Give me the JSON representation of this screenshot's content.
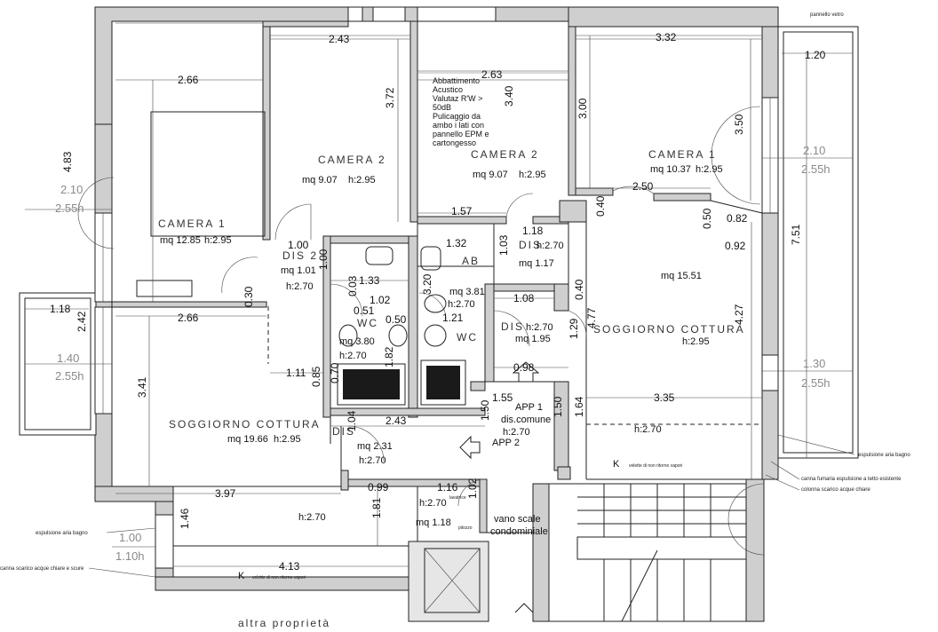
{
  "rooms": [
    {
      "label": "CAMERA 1",
      "area": "mq 12.85",
      "height": "h:2.95"
    },
    {
      "label": "CAMERA 2",
      "area": "mq 9.07",
      "height": "h:2.95"
    },
    {
      "label": "CAMERA 2",
      "area": "mq 9.07",
      "height": "h:2.95"
    },
    {
      "label": "CAMERA 1",
      "area": "mq 10.37",
      "height": "h:2.95"
    },
    {
      "label": "DIS 2",
      "area": "mq 1.01",
      "height": "h:2.70"
    },
    {
      "label": "DIS",
      "area": "",
      "height": "h:2.70"
    },
    {
      "label": "AB",
      "area": "mq 1.17",
      "height": ""
    },
    {
      "label": "WC",
      "area": "mq 3.80",
      "height": "h:2.70"
    },
    {
      "label": "WC",
      "area": "mq 3.81",
      "height": "h:2.70"
    },
    {
      "label": "DIS",
      "area": "mq 1.95",
      "height": "h:2.70"
    },
    {
      "label": "SOGGIORNO COTTURA",
      "area": "mq 15.51",
      "height": "h:2.95"
    },
    {
      "label": "SOGGIORNO COTTURA",
      "area": "mq 19.66",
      "height": "h:2.95"
    },
    {
      "label": "DIS",
      "area": "mq 2.31",
      "height": "h:2.70"
    }
  ],
  "dims": {
    "d243top": "2.43",
    "d332": "3.32",
    "d120": "1.20",
    "d266a": "2.66",
    "d372": "3.72",
    "d263": "2.63",
    "d340": "3.40",
    "d300": "3.00",
    "d350": "3.50",
    "d483": "4.83",
    "d250": "2.50",
    "d157": "1.57",
    "d040a": "0.40",
    "d050a": "0.50",
    "d082": "0.82",
    "d092": "0.92",
    "d100a": "1.00",
    "d100b": "1.00",
    "d132": "1.32",
    "d118a": "1.18",
    "d103": "1.03",
    "d133": "1.33",
    "d003": "0.03",
    "d320": "3.20",
    "d102a": "1.02",
    "d051": "0.51",
    "d050b": "0.50",
    "d121": "1.21",
    "d108": "1.08",
    "d040b": "0.40",
    "d030": "0.30",
    "d118b": "1.18",
    "d242": "2.42",
    "d266b": "2.66",
    "d129": "1.29",
    "d477": "4.77",
    "d427": "4.27",
    "d751": "7.51",
    "d111": "1.11",
    "d098": "0.98",
    "d085": "0.85",
    "d070": "0.70",
    "d182": "1.82",
    "d155": "1.55",
    "d335": "3.35",
    "d341": "3.41",
    "d243b": "2.43",
    "d150a": "1.50",
    "d150b": "1.50",
    "d164": "1.64",
    "d104": "1.04",
    "d397": "3.97",
    "d099": "0.99",
    "d116": "1.16",
    "d102b": "1.02",
    "d146": "1.46",
    "d181": "1.81",
    "d413": "4.13"
  },
  "windows": {
    "w1": {
      "w": "2.10",
      "h": "2.55h"
    },
    "w2": {
      "w": "1.40",
      "h": "2.55h"
    },
    "w3": {
      "w": "1.00",
      "h": "1.10h"
    },
    "w4": {
      "w": "2.10",
      "h": "2.55h"
    },
    "w5": {
      "w": "1.30",
      "h": "2.55h"
    }
  },
  "labels": {
    "app1": "APP 1",
    "app2": "APP 2",
    "dis_comune": "dis.comune",
    "dis_comune_h": "h:2.70",
    "h270_center": "h:2.70",
    "h270_bottom_left": "h:2.70",
    "h270_small": "h:2.70",
    "mq118": "mq 1.18",
    "vano_scale_1": "vano scale",
    "vano_scale_2": "condominiale",
    "altra_proprieta": "altra proprietà",
    "k1": "K",
    "k2": "K",
    "pannello_vetro": "pannello vetro",
    "tech_note": [
      "Abbattimento",
      "Acustico",
      "Valutaz R'W >",
      "50dB",
      "Pulicaggio da",
      "ambo i lati con",
      "pannello EPM e",
      "cartongesso"
    ]
  },
  "annotations": {
    "espulsione_aria_bagno_right": "espulsione aria bagno",
    "canna_fumaria": "canna fumaria espulsione a tetto esistente",
    "colonna_scarico": "colonna scarico acque chiare",
    "espulsione_aria_bagno_left": "espulsione aria bagno",
    "canna_scarico_left": "canna scarico acque chiare e scure",
    "velette1": "velette di non ritorno vapori",
    "velette2": "velette di non ritorno vapori",
    "lavatrice": "lavatrice",
    "pilozzo": "pilozzo"
  }
}
